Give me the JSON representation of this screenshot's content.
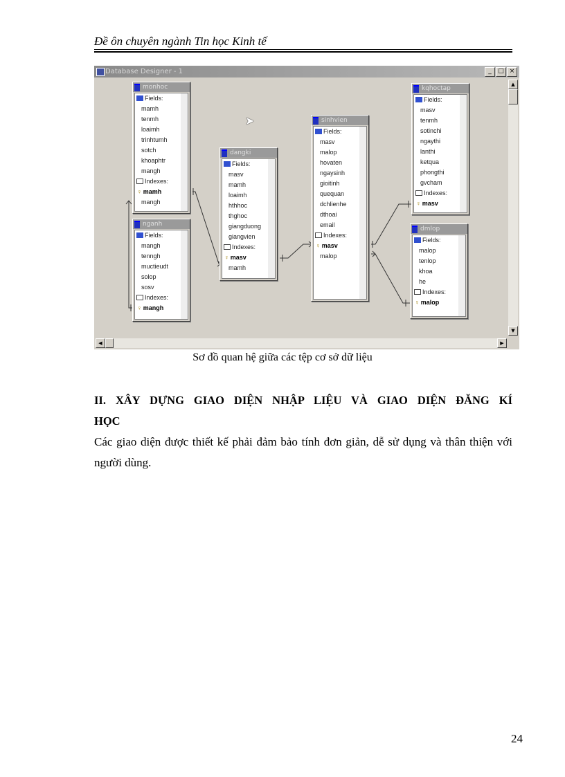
{
  "header": {
    "title": "Đề ôn chuyên ngành Tin học Kinh tế"
  },
  "screenshot": {
    "window_title": "Database Designer - 1",
    "buttons": {
      "minimize": "_",
      "maximize": "□",
      "close": "×"
    },
    "tables": [
      {
        "name": "monhoc",
        "fields": [
          "mamh",
          "tenmh",
          "loaimh",
          "trinhtumh",
          "sotch",
          "khoaphtr",
          "mangh"
        ],
        "indexes": [
          "mamh",
          "mangh"
        ],
        "primary": "mamh"
      },
      {
        "name": "nganh",
        "fields": [
          "mangh",
          "tenngh",
          "muctieudt",
          "solop",
          "sosv"
        ],
        "indexes": [
          "mangh"
        ],
        "primary": "mangh"
      },
      {
        "name": "dangki",
        "fields": [
          "masv",
          "mamh",
          "loaimh",
          "hthhoc",
          "thghoc",
          "giangduong",
          "giangvien"
        ],
        "indexes": [
          "masv",
          "mamh"
        ],
        "primary": "masv"
      },
      {
        "name": "sinhvien",
        "fields": [
          "masv",
          "malop",
          "hovaten",
          "ngaysinh",
          "gioitinh",
          "quequan",
          "dchlienhe",
          "dthoai",
          "email"
        ],
        "indexes": [
          "masv",
          "malop"
        ],
        "primary": "masv"
      },
      {
        "name": "kqhoctap",
        "fields": [
          "masv",
          "tenmh",
          "sotinchi",
          "ngaythi",
          "lanthi",
          "ketqua",
          "phongthi",
          "gvcham"
        ],
        "indexes": [
          "masv"
        ],
        "primary": "masv"
      },
      {
        "name": "dmlop",
        "fields": [
          "malop",
          "tenlop",
          "khoa",
          "he"
        ],
        "indexes": [
          "malop"
        ],
        "primary": "malop"
      }
    ],
    "labels": {
      "fields": "Fields:",
      "indexes": "Indexes:"
    }
  },
  "caption": "Sơ đồ quan hệ giữa các tệp cơ sở dữ liệu",
  "section": {
    "heading_line1": "II. XÂY DỰNG GIAO DIỆN NHẬP LIỆU VÀ GIAO DIỆN ĐĂNG KÍ",
    "heading_line2": "HỌC",
    "paragraph": "Các giao diện được thiết kế phải đảm bảo tính đơn giản, dễ sử dụng và thân thiện với người dùng."
  },
  "page_number": "24"
}
